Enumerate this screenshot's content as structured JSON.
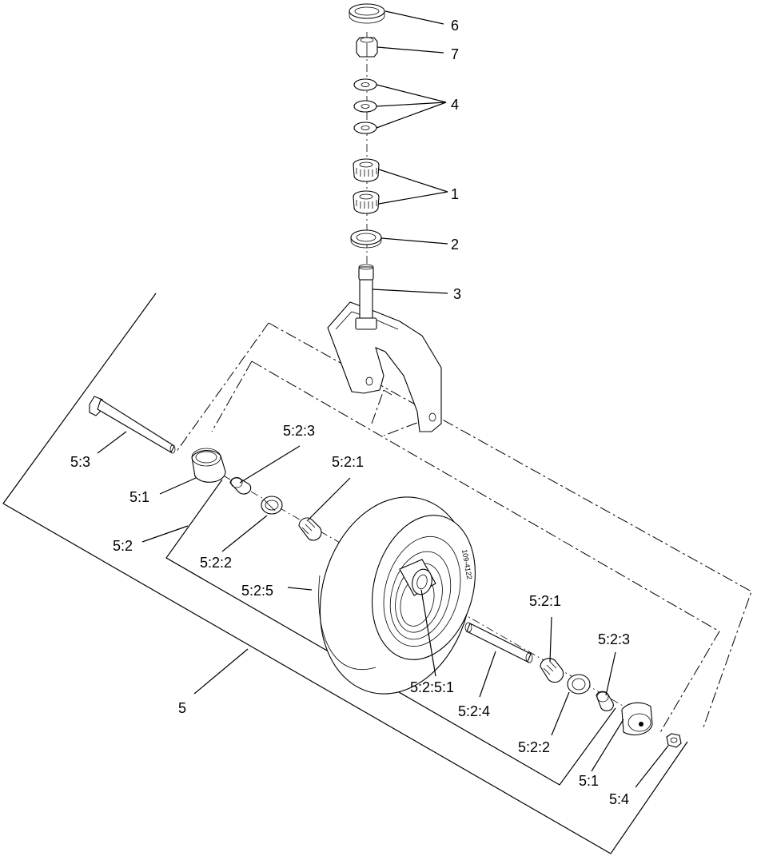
{
  "callouts": [
    {
      "id": "6",
      "text": "6"
    },
    {
      "id": "7",
      "text": "7"
    },
    {
      "id": "4",
      "text": "4"
    },
    {
      "id": "1",
      "text": "1"
    },
    {
      "id": "2",
      "text": "2"
    },
    {
      "id": "3",
      "text": "3"
    },
    {
      "id": "5-3",
      "text": "5:3"
    },
    {
      "id": "5-2-3-a",
      "text": "5:2:3"
    },
    {
      "id": "5-2-1-a",
      "text": "5:2:1"
    },
    {
      "id": "5-1-a",
      "text": "5:1"
    },
    {
      "id": "5-2",
      "text": "5:2"
    },
    {
      "id": "5-2-2-a",
      "text": "5:2:2"
    },
    {
      "id": "5-2-5",
      "text": "5:2:5"
    },
    {
      "id": "5-2-1-b",
      "text": "5:2:1"
    },
    {
      "id": "5-2-3-b",
      "text": "5:2:3"
    },
    {
      "id": "5-2-5-1",
      "text": "5:2:5:1"
    },
    {
      "id": "5-2-4",
      "text": "5:2:4"
    },
    {
      "id": "5",
      "text": "5"
    },
    {
      "id": "5-2-2-b",
      "text": "5:2:2"
    },
    {
      "id": "5-1-b",
      "text": "5:1"
    },
    {
      "id": "5-4",
      "text": "5:4"
    }
  ],
  "tire_stamp": "109-4122"
}
